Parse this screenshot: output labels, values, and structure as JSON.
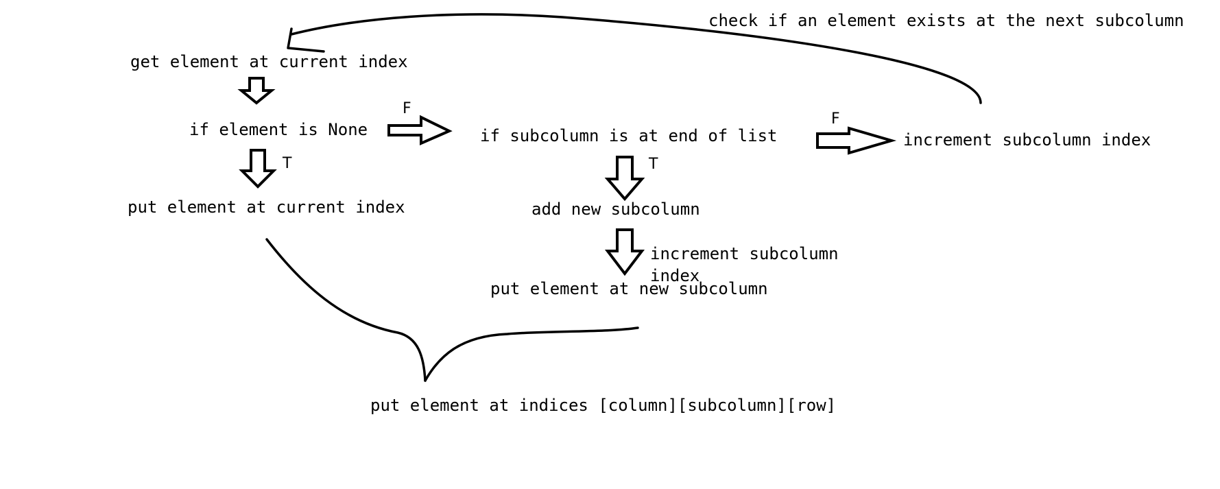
{
  "nodes": {
    "get_element": "get element at current index",
    "if_none": "if element is None",
    "put_current": "put element at current index",
    "if_end": "if subcolumn is at end of list",
    "increment_right": "increment subcolumn index",
    "add_subcolumn": "add new subcolumn",
    "put_new": "put element at new subcolumn",
    "put_indices": "put element at indices [column][subcolumn][row]",
    "check_next": "check if an element exists at the next subcolumn"
  },
  "labels": {
    "none_false": "F",
    "none_true": "T",
    "end_true": "T",
    "end_false": "F",
    "increment_line1": "increment subcolumn",
    "increment_line2": "index"
  }
}
